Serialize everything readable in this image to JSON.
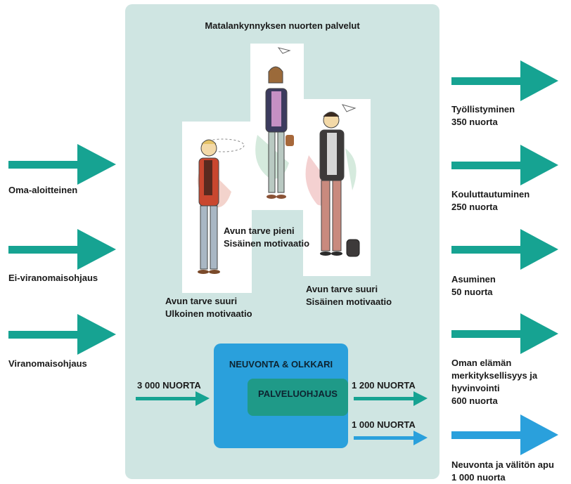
{
  "diagram": {
    "title": "Matalankynnyksen nuorten palvelut",
    "inputs": [
      {
        "label": "Oma-aloitteinen"
      },
      {
        "label": "Ei-viranomaisohjaus"
      },
      {
        "label": "Viranomaisohjaus"
      }
    ],
    "figures": [
      {
        "line1": "Avun tarve suuri",
        "line2": "Ulkoinen motivaatio"
      },
      {
        "line1": "Avun tarve pieni",
        "line2": "Sisäinen motivaatio"
      },
      {
        "line1": "Avun tarve suuri",
        "line2": "Sisäinen motivaatio"
      }
    ],
    "services": {
      "outer_label": "NEUVONTA & OLKKARI",
      "inner_label": "PALVELUOHJAUS",
      "in_count": "3 000 NUORTA",
      "out_counts": [
        "1 200 NUORTA",
        "1 000 NUORTA"
      ]
    },
    "outcomes": [
      {
        "lines": [
          "Työllistyminen",
          "350 nuorta"
        ]
      },
      {
        "lines": [
          "Kouluttautuminen",
          "250 nuorta"
        ]
      },
      {
        "lines": [
          "Asuminen",
          "50 nuorta"
        ]
      },
      {
        "lines": [
          "Oman elämän",
          "merkityksellisyys ja",
          "hyvinvointi",
          "600 nuorta"
        ]
      },
      {
        "lines": [
          "Neuvonta ja välitön apu",
          "1 000 nuorta"
        ]
      }
    ],
    "colors": {
      "panel": "#cfe5e2",
      "teal_arrow": "#16a392",
      "blue_arrow": "#2aa0dc",
      "outer_box": "#2aa0dc",
      "inner_box": "#1f9a88"
    }
  }
}
